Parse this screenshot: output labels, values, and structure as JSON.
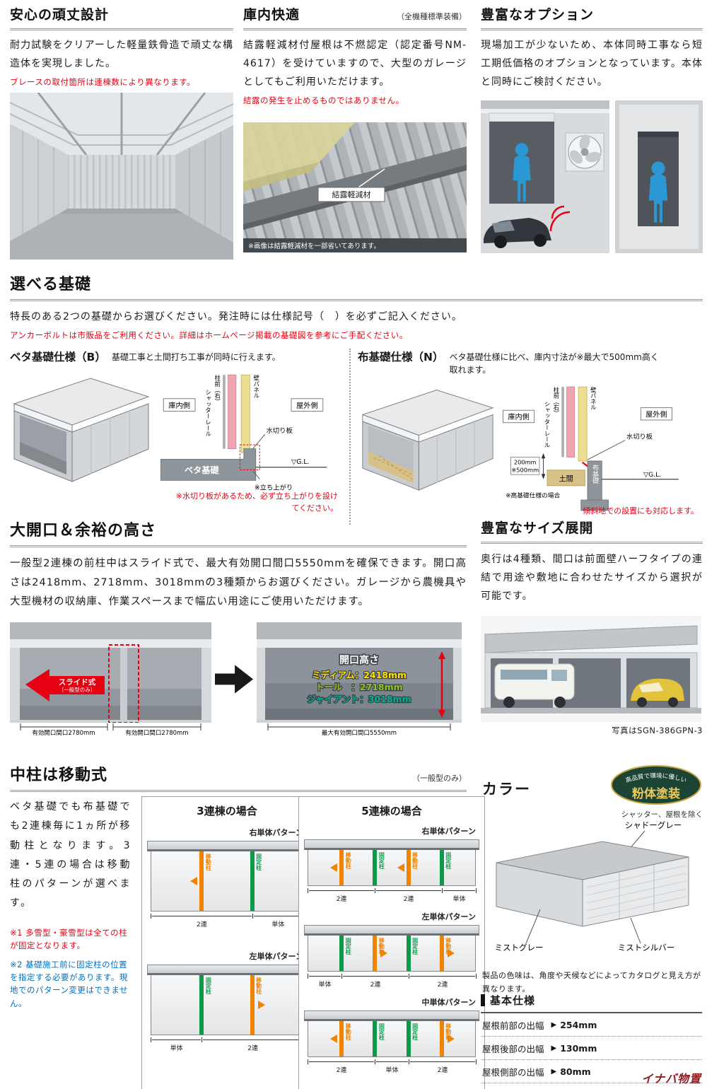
{
  "top": {
    "sturdy": {
      "title": "安心の頑丈設計",
      "body": "耐力試験をクリアーした軽量鉄骨造で頑丈な構造体を実現しました。",
      "note": "ブレースの取付箇所は連棟数により異なります。"
    },
    "comfort": {
      "title": "庫内快適",
      "subtitle": "（全機種標準装備）",
      "body": "結露軽減材付屋根は不燃認定（認定番号NM-4617）を受けていますので、大型のガレージとしてもご利用いただけます。",
      "note": "結露の発生を止めるものではありません。",
      "photo_label": "結露軽減材",
      "photo_caption": "※画像は結露軽減材を一部省いてあります。"
    },
    "options": {
      "title": "豊富なオプション",
      "body": "現場加工が少ないため、本体同時工事なら短工期低価格のオプションとなっています。本体と同時にご検討ください。"
    }
  },
  "foundation": {
    "title": "選べる基礎",
    "lead": "特長のある2つの基礎からお選びください。発注時には仕様記号（　）を必ずご記入ください。",
    "lead_note": "アンカーボルトは市販品をご利用ください。詳細はホームページ掲載の基礎図を参考にご手配ください。",
    "beta": {
      "name": "ベタ基礎仕様（B）",
      "desc": "基礎工事と土間打ち工事が同時に行えます。",
      "inside": "庫内側",
      "outside": "屋外側",
      "pillar": "柱前（右）",
      "rail": "シャッターレール",
      "panel": "壁パネル",
      "flashing": "水切り板",
      "base": "ベタ基礎",
      "gl": "▽G.L.",
      "rise": "※立ち上がり",
      "note": "※水切り板があるため、必ず立ち上がりを設けてください。"
    },
    "nuno": {
      "name": "布基礎仕様（N）",
      "desc": "ベタ基礎仕様に比べ、庫内寸法が※最大で500mm高く取れます。",
      "inside": "庫内側",
      "outside": "屋外側",
      "pillar": "柱前（右）",
      "rail": "シャッターレール",
      "panel": "壁パネル",
      "flashing": "水切り板",
      "dim1": "200mm",
      "dim2": "※500mm",
      "doma": "土間",
      "base": "布基礎",
      "gl": "▽G.L.",
      "high": "※高基礎仕様の場合",
      "note": "傾斜地での設置にも対応します。"
    }
  },
  "opening": {
    "title": "大開口＆余裕の高さ",
    "body": "一般型2連棟の前柱中はスライド式で、最大有効開口間口5550mmを確保できます。開口高さは2418mm、2718mm、3018mmの3種類からお選びください。ガレージから農機具や大型機材の収納庫、作業スペースまで幅広い用途にご使用いただけます。",
    "slide_label": "スライド式",
    "slide_sub": "（一般型のみ）",
    "dim_left": "有効開口間口2780mm",
    "height_title": "開口高さ",
    "height_rows": [
      {
        "text": "ミディアム：2418mm",
        "color": "#ffe100"
      },
      {
        "text": "トール　：2718mm",
        "color": "#8fc31f"
      },
      {
        "text": "ジャイアント：3018mm",
        "color": "#00b292"
      }
    ],
    "dim_max": "最大有効開口間口5550mm"
  },
  "sizes": {
    "title": "豊富なサイズ展開",
    "body": "奥行は4種類、間口は前面壁ハーフタイプの連結で用途や敷地に合わせたサイズから選択が可能です。",
    "caption": "写真はSGN-386GPN-3"
  },
  "pillar": {
    "title": "中柱は移動式",
    "subtitle": "（一般型のみ）",
    "body": "ベタ基礎でも布基礎でも2連棟毎に1ヵ所が移動柱となります。3連・5連の場合は移動柱のパターンが選べます。",
    "note1": "※1 多雪型・豪雪型は全ての柱が固定となります。",
    "note2": "※2 基礎施工前に固定柱の位置を指定する必要があります。現地でのパターン変更はできません。",
    "legend_move": "移動柱",
    "legend_fixed": "固定柱",
    "box3": {
      "title": "3連棟の場合",
      "patterns": [
        {
          "name": "右単体パターン",
          "bars": [
            {
              "type": "move",
              "dir": "left"
            },
            {
              "type": "fixed"
            }
          ],
          "dims": [
            "2連",
            "単体"
          ]
        },
        {
          "name": "左単体パターン",
          "bars": [
            {
              "type": "fixed"
            },
            {
              "type": "move",
              "dir": "right"
            }
          ],
          "dims": [
            "単体",
            "2連"
          ]
        }
      ]
    },
    "box5": {
      "title": "5連棟の場合",
      "patterns": [
        {
          "name": "右単体パターン",
          "bars": [
            {
              "type": "move",
              "dir": "left"
            },
            {
              "type": "fixed"
            },
            {
              "type": "move",
              "dir": "left"
            },
            {
              "type": "fixed"
            }
          ],
          "dims": [
            "2連",
            "2連",
            "単体"
          ]
        },
        {
          "name": "左単体パターン",
          "bars": [
            {
              "type": "fixed"
            },
            {
              "type": "move",
              "dir": "right"
            },
            {
              "type": "fixed"
            },
            {
              "type": "move",
              "dir": "right"
            }
          ],
          "dims": [
            "単体",
            "2連",
            "2連"
          ]
        },
        {
          "name": "中単体パターン",
          "bars": [
            {
              "type": "move",
              "dir": "left"
            },
            {
              "type": "fixed"
            },
            {
              "type": "fixed"
            },
            {
              "type": "move",
              "dir": "right"
            }
          ],
          "dims": [
            "2連",
            "単体",
            "2連"
          ]
        }
      ]
    }
  },
  "color": {
    "title": "カラー",
    "badge_arc": "高品質で環境に優しい",
    "badge_main": "粉体塗装",
    "badge_note": "シャッター、屋根を除く",
    "roof_label": "シャドーグレー",
    "body_label": "ミストグレー",
    "shutter_label": "ミストシルバー",
    "note": "製品の色味は、角度や天候などによってカタログと見え方が異なります。"
  },
  "specs": {
    "title": "基本仕様",
    "arrow_icon": "▶",
    "rows": [
      {
        "label": "屋根前部の出幅",
        "value": "254mm"
      },
      {
        "label": "屋根後部の出幅",
        "value": "130mm"
      },
      {
        "label": "屋根側部の出幅",
        "value": "80mm"
      }
    ]
  },
  "footer": {
    "logo": "イナバ物置"
  }
}
